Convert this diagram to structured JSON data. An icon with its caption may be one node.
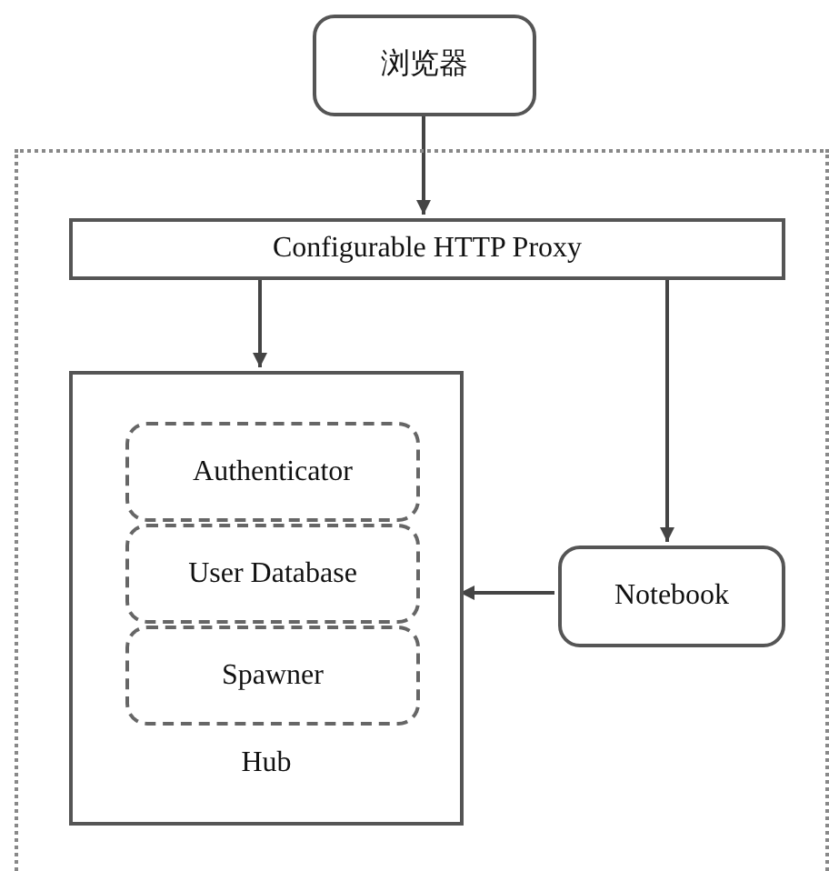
{
  "diagram": {
    "nodes": [
      {
        "text": [
          "浏览器"
        ]
      },
      {
        "text": [],
        "shape": "box"
      },
      {
        "text": [
          "Configurable HTTP Proxy"
        ],
        "in": 1
      },
      {
        "text": [
          "Hub"
        ],
        "in": 1
      },
      {
        "text": [
          "Authenticator"
        ],
        "in": 3
      },
      {
        "text": [
          "User Database"
        ],
        "in": 3
      },
      {
        "text": [
          "Spawner"
        ],
        "in": 3
      },
      {
        "text": [
          "Notebook"
        ],
        "in": 1
      }
    ],
    "edges": [
      {
        "from": 0,
        "to": 2,
        "arrow": "to"
      },
      {
        "from": 2,
        "to": 3,
        "arrow": "to"
      },
      {
        "from": 2,
        "to": 7,
        "arrow": "to"
      },
      {
        "from": 7,
        "to": 3,
        "arrow": "to"
      }
    ]
  }
}
